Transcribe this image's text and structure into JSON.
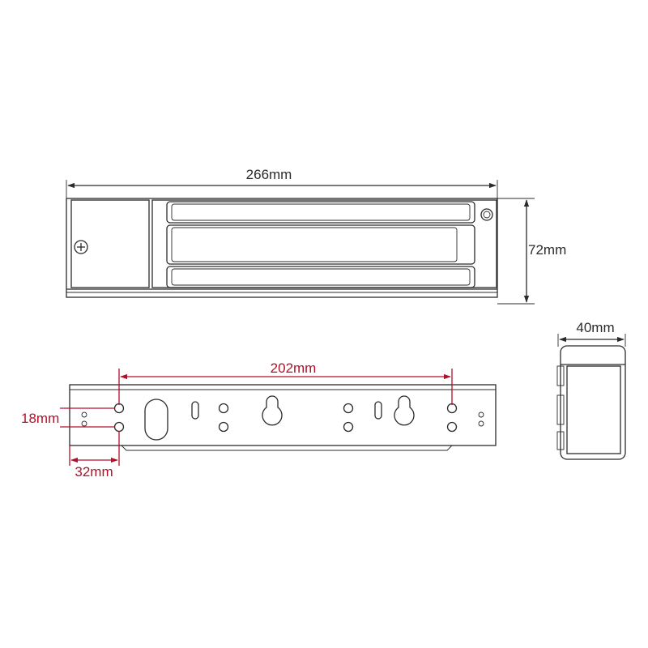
{
  "dimensions": {
    "front_length": "266mm",
    "front_height": "72mm",
    "side_width": "40mm",
    "hole_span": "202mm",
    "hole_vertical_spacing": "18mm",
    "hole_edge_offset": "32mm"
  },
  "colors": {
    "line": "#2b2b2b",
    "accent": "#b0102a"
  }
}
